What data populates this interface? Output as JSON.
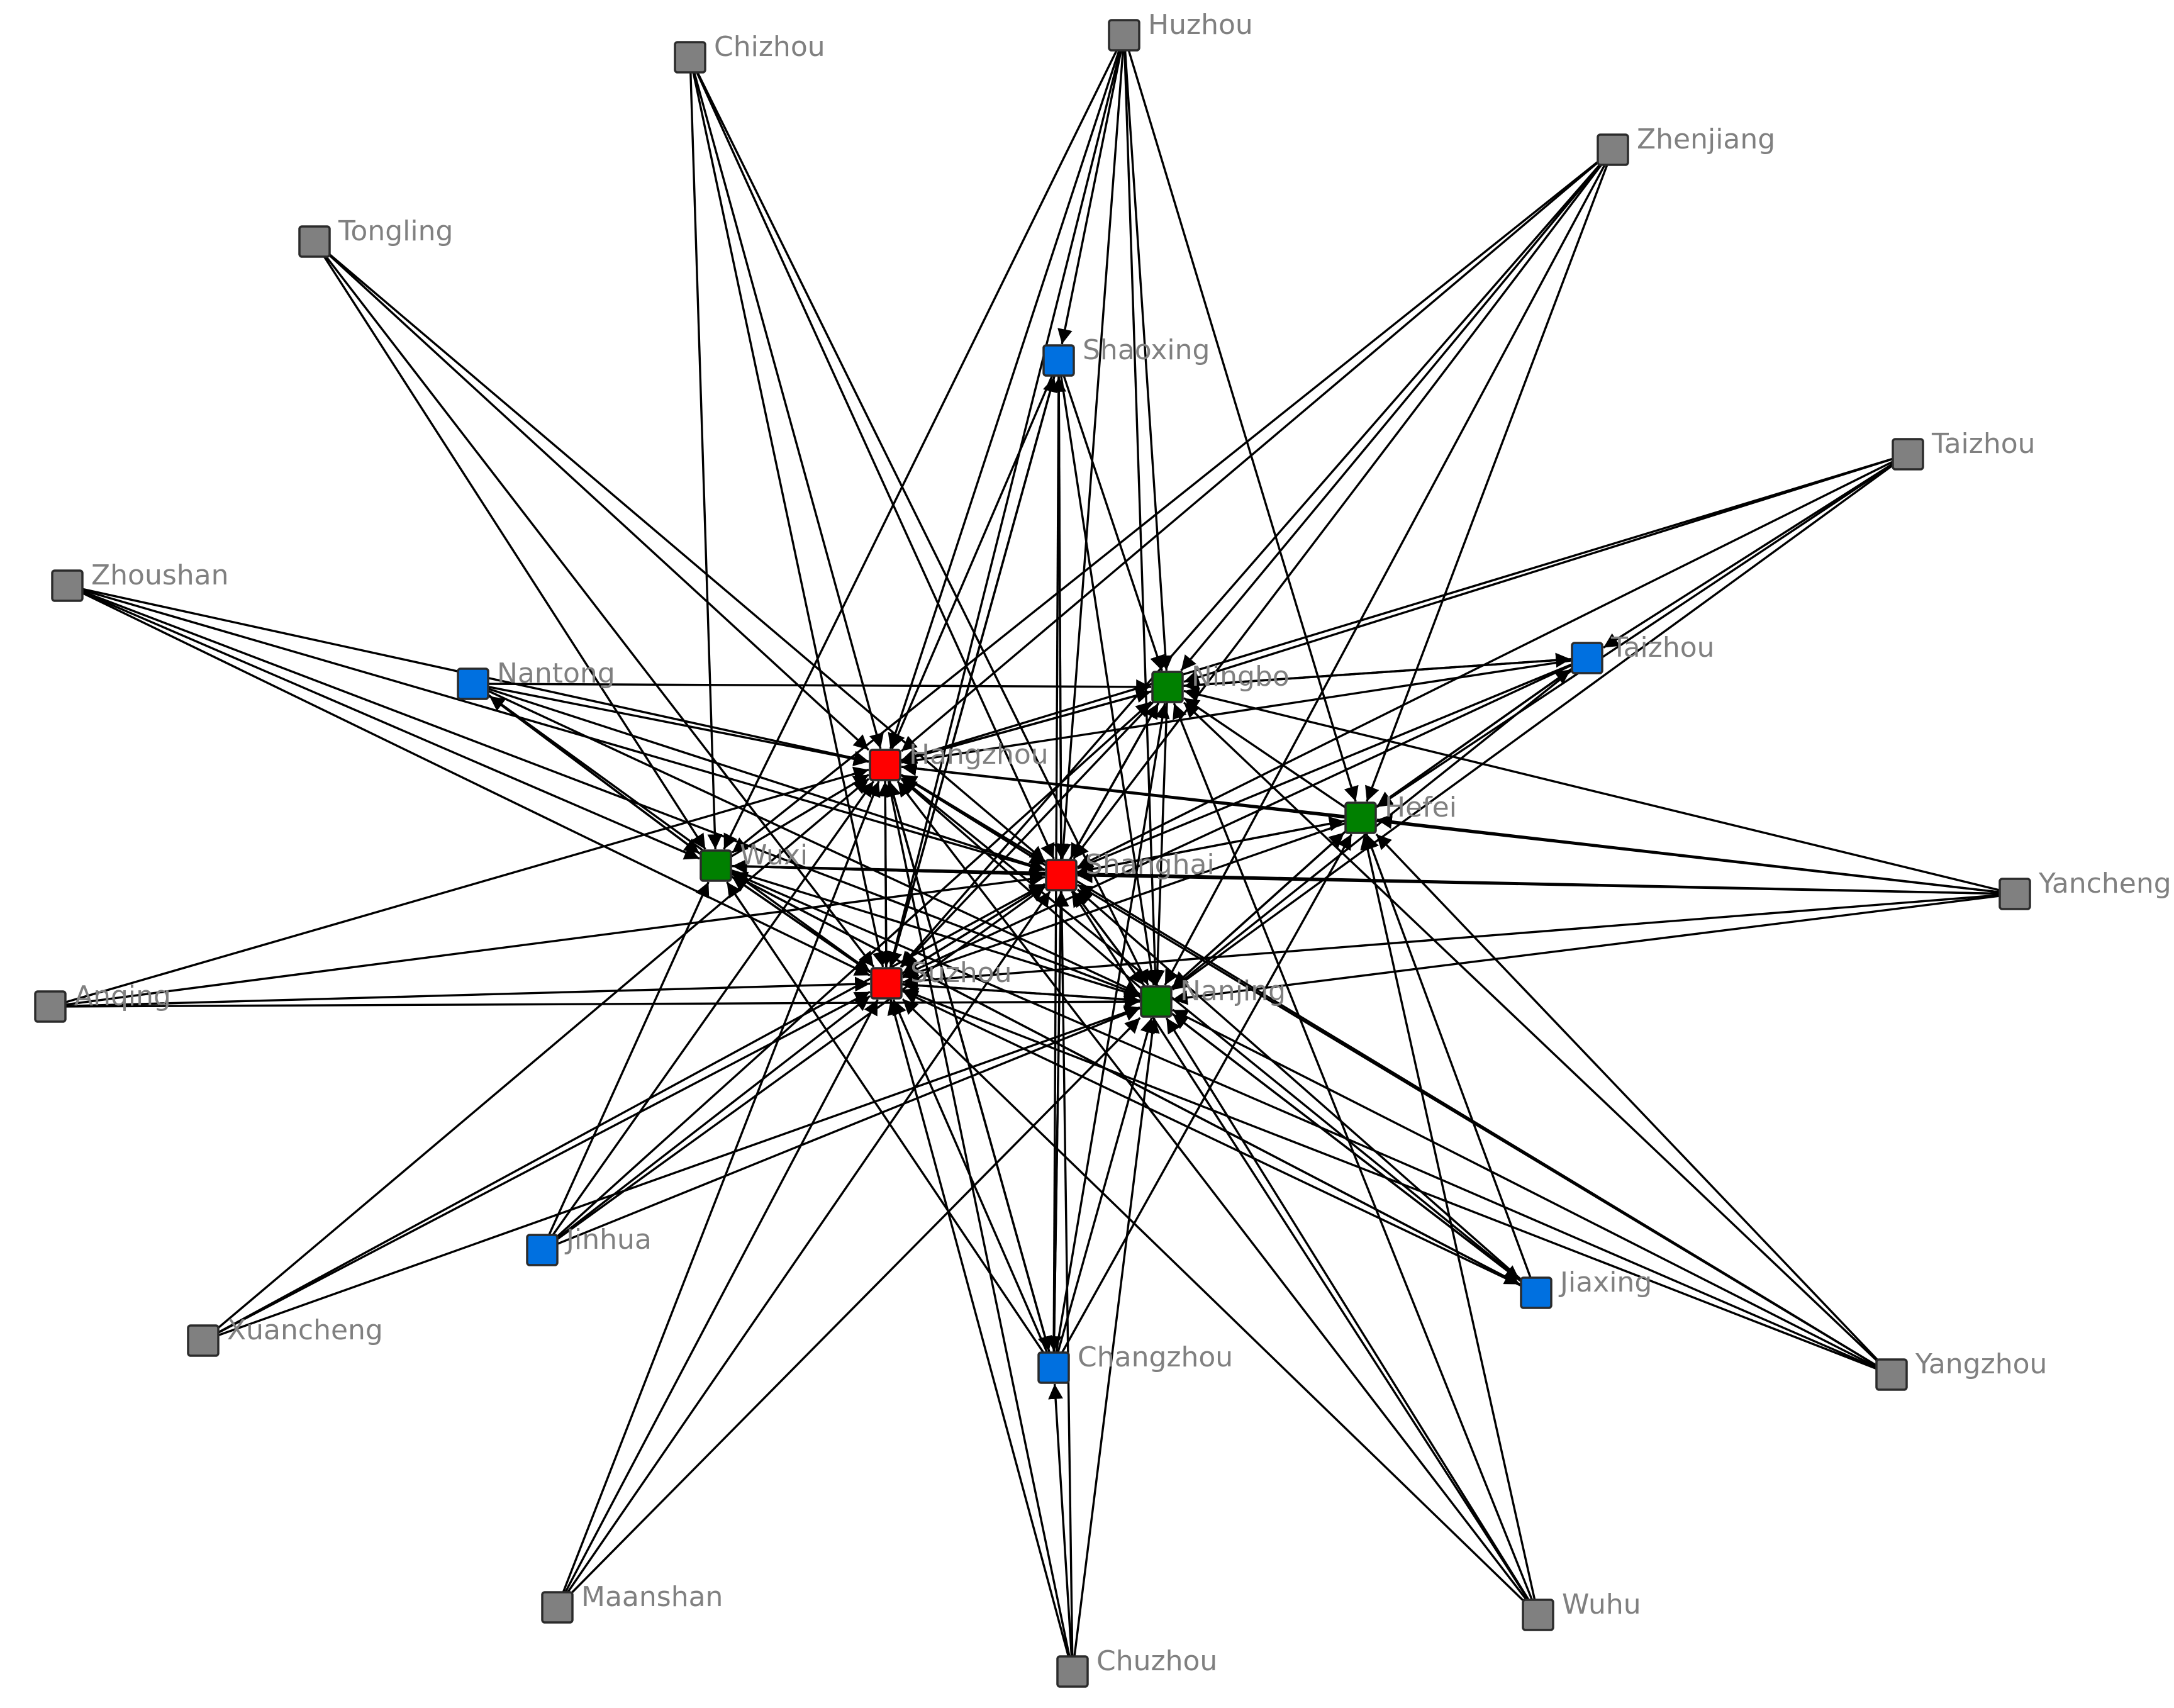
{
  "colors": {
    "core": "#ff0000",
    "secondary": "#008000",
    "tertiary": "#0070e0",
    "peripheral": "#808080",
    "edge": "#000000",
    "label": "#808080"
  },
  "nodes": [
    {
      "id": "shanghai",
      "label": "Shanghai",
      "tier": "core"
    },
    {
      "id": "hangzhou",
      "label": "Hangzhou",
      "tier": "core"
    },
    {
      "id": "suzhou",
      "label": "Suzhou",
      "tier": "core"
    },
    {
      "id": "nanjing",
      "label": "Nanjing",
      "tier": "secondary"
    },
    {
      "id": "ningbo",
      "label": "Ningbo",
      "tier": "secondary"
    },
    {
      "id": "hefei",
      "label": "Hefei",
      "tier": "secondary"
    },
    {
      "id": "wuxi",
      "label": "Wuxi",
      "tier": "secondary"
    },
    {
      "id": "shaoxing",
      "label": "Shaoxing",
      "tier": "tertiary"
    },
    {
      "id": "nantong",
      "label": "Nantong",
      "tier": "tertiary"
    },
    {
      "id": "taizhou_js",
      "label": "Taizhou",
      "tier": "tertiary"
    },
    {
      "id": "jinhua",
      "label": "Jinhua",
      "tier": "tertiary"
    },
    {
      "id": "jiaxing",
      "label": "Jiaxing",
      "tier": "tertiary"
    },
    {
      "id": "changzhou",
      "label": "Changzhou",
      "tier": "tertiary"
    },
    {
      "id": "chizhou",
      "label": "Chizhou",
      "tier": "peripheral"
    },
    {
      "id": "huzhou",
      "label": "Huzhou",
      "tier": "peripheral"
    },
    {
      "id": "zhenjiang",
      "label": "Zhenjiang",
      "tier": "peripheral"
    },
    {
      "id": "tongling",
      "label": "Tongling",
      "tier": "peripheral"
    },
    {
      "id": "taizhou_zj",
      "label": "Taizhou",
      "tier": "peripheral"
    },
    {
      "id": "zhoushan",
      "label": "Zhoushan",
      "tier": "peripheral"
    },
    {
      "id": "yancheng",
      "label": "Yancheng",
      "tier": "peripheral"
    },
    {
      "id": "anqing",
      "label": "Anqing",
      "tier": "peripheral"
    },
    {
      "id": "xuancheng",
      "label": "Xuancheng",
      "tier": "peripheral"
    },
    {
      "id": "yangzhou",
      "label": "Yangzhou",
      "tier": "peripheral"
    },
    {
      "id": "maanshan",
      "label": "Maanshan",
      "tier": "peripheral"
    },
    {
      "id": "chuzhou",
      "label": "Chuzhou",
      "tier": "peripheral"
    },
    {
      "id": "wuhu",
      "label": "Wuhu",
      "tier": "peripheral"
    }
  ],
  "edges": [
    [
      "hangzhou",
      "shanghai"
    ],
    [
      "shanghai",
      "hangzhou"
    ],
    [
      "suzhou",
      "shanghai"
    ],
    [
      "shanghai",
      "suzhou"
    ],
    [
      "hangzhou",
      "suzhou"
    ],
    [
      "suzhou",
      "hangzhou"
    ],
    [
      "nanjing",
      "shanghai"
    ],
    [
      "shanghai",
      "nanjing"
    ],
    [
      "ningbo",
      "shanghai"
    ],
    [
      "shanghai",
      "ningbo"
    ],
    [
      "hefei",
      "shanghai"
    ],
    [
      "shanghai",
      "hefei"
    ],
    [
      "wuxi",
      "shanghai"
    ],
    [
      "shanghai",
      "wuxi"
    ],
    [
      "nanjing",
      "suzhou"
    ],
    [
      "suzhou",
      "nanjing"
    ],
    [
      "nanjing",
      "hangzhou"
    ],
    [
      "ningbo",
      "hangzhou"
    ],
    [
      "hangzhou",
      "ningbo"
    ],
    [
      "ningbo",
      "suzhou"
    ],
    [
      "ningbo",
      "nanjing"
    ],
    [
      "hefei",
      "nanjing"
    ],
    [
      "nanjing",
      "hefei"
    ],
    [
      "hefei",
      "hangzhou"
    ],
    [
      "hefei",
      "suzhou"
    ],
    [
      "wuxi",
      "hangzhou"
    ],
    [
      "wuxi",
      "suzhou"
    ],
    [
      "suzhou",
      "wuxi"
    ],
    [
      "wuxi",
      "nanjing"
    ],
    [
      "hefei",
      "ningbo"
    ],
    [
      "shaoxing",
      "hangzhou"
    ],
    [
      "shaoxing",
      "shanghai"
    ],
    [
      "shaoxing",
      "ningbo"
    ],
    [
      "shaoxing",
      "suzhou"
    ],
    [
      "shaoxing",
      "nanjing"
    ],
    [
      "shanghai",
      "shaoxing"
    ],
    [
      "suzhou",
      "shaoxing"
    ],
    [
      "nantong",
      "shanghai"
    ],
    [
      "nantong",
      "suzhou"
    ],
    [
      "nantong",
      "wuxi"
    ],
    [
      "nantong",
      "nanjing"
    ],
    [
      "nantong",
      "hangzhou"
    ],
    [
      "nantong",
      "ningbo"
    ],
    [
      "wuxi",
      "nantong"
    ],
    [
      "taizhou_js",
      "hangzhou"
    ],
    [
      "taizhou_js",
      "shanghai"
    ],
    [
      "taizhou_js",
      "nanjing"
    ],
    [
      "taizhou_js",
      "suzhou"
    ],
    [
      "taizhou_js",
      "ningbo"
    ],
    [
      "taizhou_js",
      "hefei"
    ],
    [
      "ningbo",
      "taizhou_js"
    ],
    [
      "hefei",
      "taizhou_js"
    ],
    [
      "jinhua",
      "hangzhou"
    ],
    [
      "jinhua",
      "shanghai"
    ],
    [
      "jinhua",
      "nanjing"
    ],
    [
      "jinhua",
      "suzhou"
    ],
    [
      "jinhua",
      "wuxi"
    ],
    [
      "jinhua",
      "ningbo"
    ],
    [
      "jiaxing",
      "shanghai"
    ],
    [
      "jiaxing",
      "hangzhou"
    ],
    [
      "jiaxing",
      "suzhou"
    ],
    [
      "jiaxing",
      "nanjing"
    ],
    [
      "jiaxing",
      "wuxi"
    ],
    [
      "jiaxing",
      "hefei"
    ],
    [
      "wuxi",
      "jiaxing"
    ],
    [
      "nanjing",
      "jiaxing"
    ],
    [
      "changzhou",
      "hangzhou"
    ],
    [
      "changzhou",
      "shanghai"
    ],
    [
      "changzhou",
      "suzhou"
    ],
    [
      "changzhou",
      "nanjing"
    ],
    [
      "changzhou",
      "ningbo"
    ],
    [
      "changzhou",
      "wuxi"
    ],
    [
      "changzhou",
      "hefei"
    ],
    [
      "shanghai",
      "changzhou"
    ],
    [
      "shaoxing",
      "changzhou"
    ],
    [
      "hangzhou",
      "changzhou"
    ],
    [
      "chizhou",
      "hangzhou"
    ],
    [
      "chizhou",
      "shanghai"
    ],
    [
      "chizhou",
      "suzhou"
    ],
    [
      "chizhou",
      "nanjing"
    ],
    [
      "chizhou",
      "wuxi"
    ],
    [
      "huzhou",
      "hangzhou"
    ],
    [
      "huzhou",
      "shanghai"
    ],
    [
      "huzhou",
      "ningbo"
    ],
    [
      "huzhou",
      "nanjing"
    ],
    [
      "huzhou",
      "hefei"
    ],
    [
      "huzhou",
      "suzhou"
    ],
    [
      "huzhou",
      "shaoxing"
    ],
    [
      "huzhou",
      "wuxi"
    ],
    [
      "zhenjiang",
      "hangzhou"
    ],
    [
      "zhenjiang",
      "shanghai"
    ],
    [
      "zhenjiang",
      "ningbo"
    ],
    [
      "zhenjiang",
      "nanjing"
    ],
    [
      "zhenjiang",
      "hefei"
    ],
    [
      "zhenjiang",
      "suzhou"
    ],
    [
      "zhenjiang",
      "wuxi"
    ],
    [
      "tongling",
      "hangzhou"
    ],
    [
      "tongling",
      "shanghai"
    ],
    [
      "tongling",
      "suzhou"
    ],
    [
      "tongling",
      "wuxi"
    ],
    [
      "taizhou_zj",
      "ningbo"
    ],
    [
      "taizhou_zj",
      "hefei"
    ],
    [
      "taizhou_zj",
      "shanghai"
    ],
    [
      "taizhou_zj",
      "nanjing"
    ],
    [
      "taizhou_zj",
      "taizhou_js"
    ],
    [
      "taizhou_zj",
      "hangzhou"
    ],
    [
      "zhoushan",
      "hangzhou"
    ],
    [
      "zhoushan",
      "shanghai"
    ],
    [
      "zhoushan",
      "suzhou"
    ],
    [
      "zhoushan",
      "nanjing"
    ],
    [
      "zhoushan",
      "wuxi"
    ],
    [
      "yancheng",
      "shanghai"
    ],
    [
      "yancheng",
      "hefei"
    ],
    [
      "yancheng",
      "ningbo"
    ],
    [
      "yancheng",
      "nanjing"
    ],
    [
      "yancheng",
      "suzhou"
    ],
    [
      "yancheng",
      "hangzhou"
    ],
    [
      "yancheng",
      "wuxi"
    ],
    [
      "anqing",
      "hangzhou"
    ],
    [
      "anqing",
      "suzhou"
    ],
    [
      "anqing",
      "nanjing"
    ],
    [
      "anqing",
      "shanghai"
    ],
    [
      "xuancheng",
      "hangzhou"
    ],
    [
      "xuancheng",
      "shanghai"
    ],
    [
      "xuancheng",
      "nanjing"
    ],
    [
      "xuancheng",
      "suzhou"
    ],
    [
      "yangzhou",
      "shanghai"
    ],
    [
      "yangzhou",
      "hefei"
    ],
    [
      "yangzhou",
      "ningbo"
    ],
    [
      "yangzhou",
      "nanjing"
    ],
    [
      "yangzhou",
      "suzhou"
    ],
    [
      "yangzhou",
      "wuxi"
    ],
    [
      "yangzhou",
      "hangzhou"
    ],
    [
      "maanshan",
      "hangzhou"
    ],
    [
      "maanshan",
      "shanghai"
    ],
    [
      "maanshan",
      "nanjing"
    ],
    [
      "maanshan",
      "suzhou"
    ],
    [
      "chuzhou",
      "shanghai"
    ],
    [
      "chuzhou",
      "nanjing"
    ],
    [
      "chuzhou",
      "changzhou"
    ],
    [
      "chuzhou",
      "suzhou"
    ],
    [
      "chuzhou",
      "hangzhou"
    ],
    [
      "wuhu",
      "shanghai"
    ],
    [
      "wuhu",
      "hefei"
    ],
    [
      "wuhu",
      "ningbo"
    ],
    [
      "wuhu",
      "nanjing"
    ],
    [
      "wuhu",
      "hangzhou"
    ],
    [
      "wuhu",
      "suzhou"
    ]
  ]
}
